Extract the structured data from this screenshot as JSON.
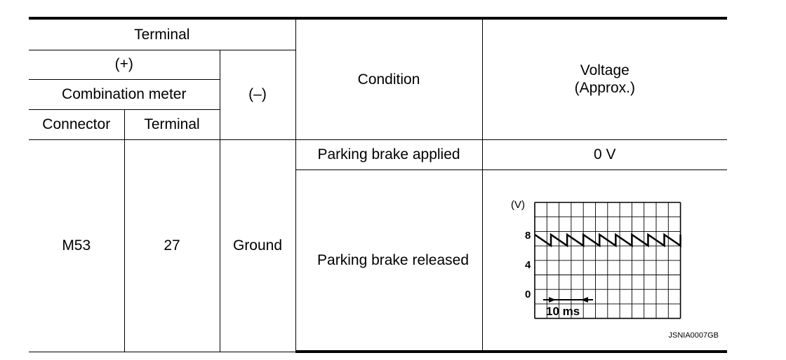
{
  "header": {
    "terminal": "Terminal",
    "plus": "(+)",
    "combination_meter": "Combination meter",
    "minus": "(–)",
    "connector": "Connector",
    "terminal_sub": "Terminal",
    "condition": "Condition",
    "voltage_line1": "Voltage",
    "voltage_line2": "(Approx.)"
  },
  "row": {
    "connector": "M53",
    "terminal": "27",
    "minus": "Ground",
    "condition_applied": "Parking brake applied",
    "voltage_applied": "0 V",
    "condition_released": "Parking brake released"
  },
  "waveform": {
    "unit_label": "(V)",
    "y_tick_8": "8",
    "y_tick_4": "4",
    "y_tick_0": "0",
    "time_label": "10 ms",
    "figure_id": "JSNIA0007GB",
    "sawtooth_high": 8,
    "sawtooth_low": 6.5,
    "cycles": 9
  }
}
